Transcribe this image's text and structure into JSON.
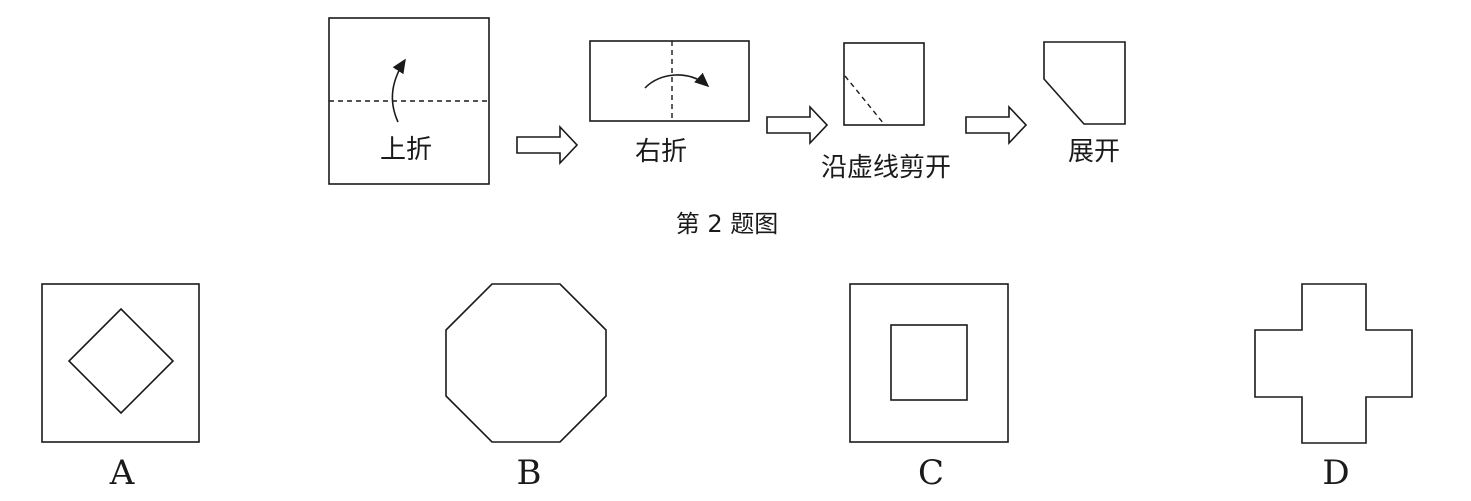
{
  "steps": {
    "fold_up_label": "上折",
    "fold_right_label": "右折",
    "cut_label": "沿虚线剪开",
    "unfold_label": "展开"
  },
  "figure_caption": "第 2 题图",
  "options": [
    {
      "letter": "A"
    },
    {
      "letter": "B"
    },
    {
      "letter": "C"
    },
    {
      "letter": "D"
    }
  ]
}
